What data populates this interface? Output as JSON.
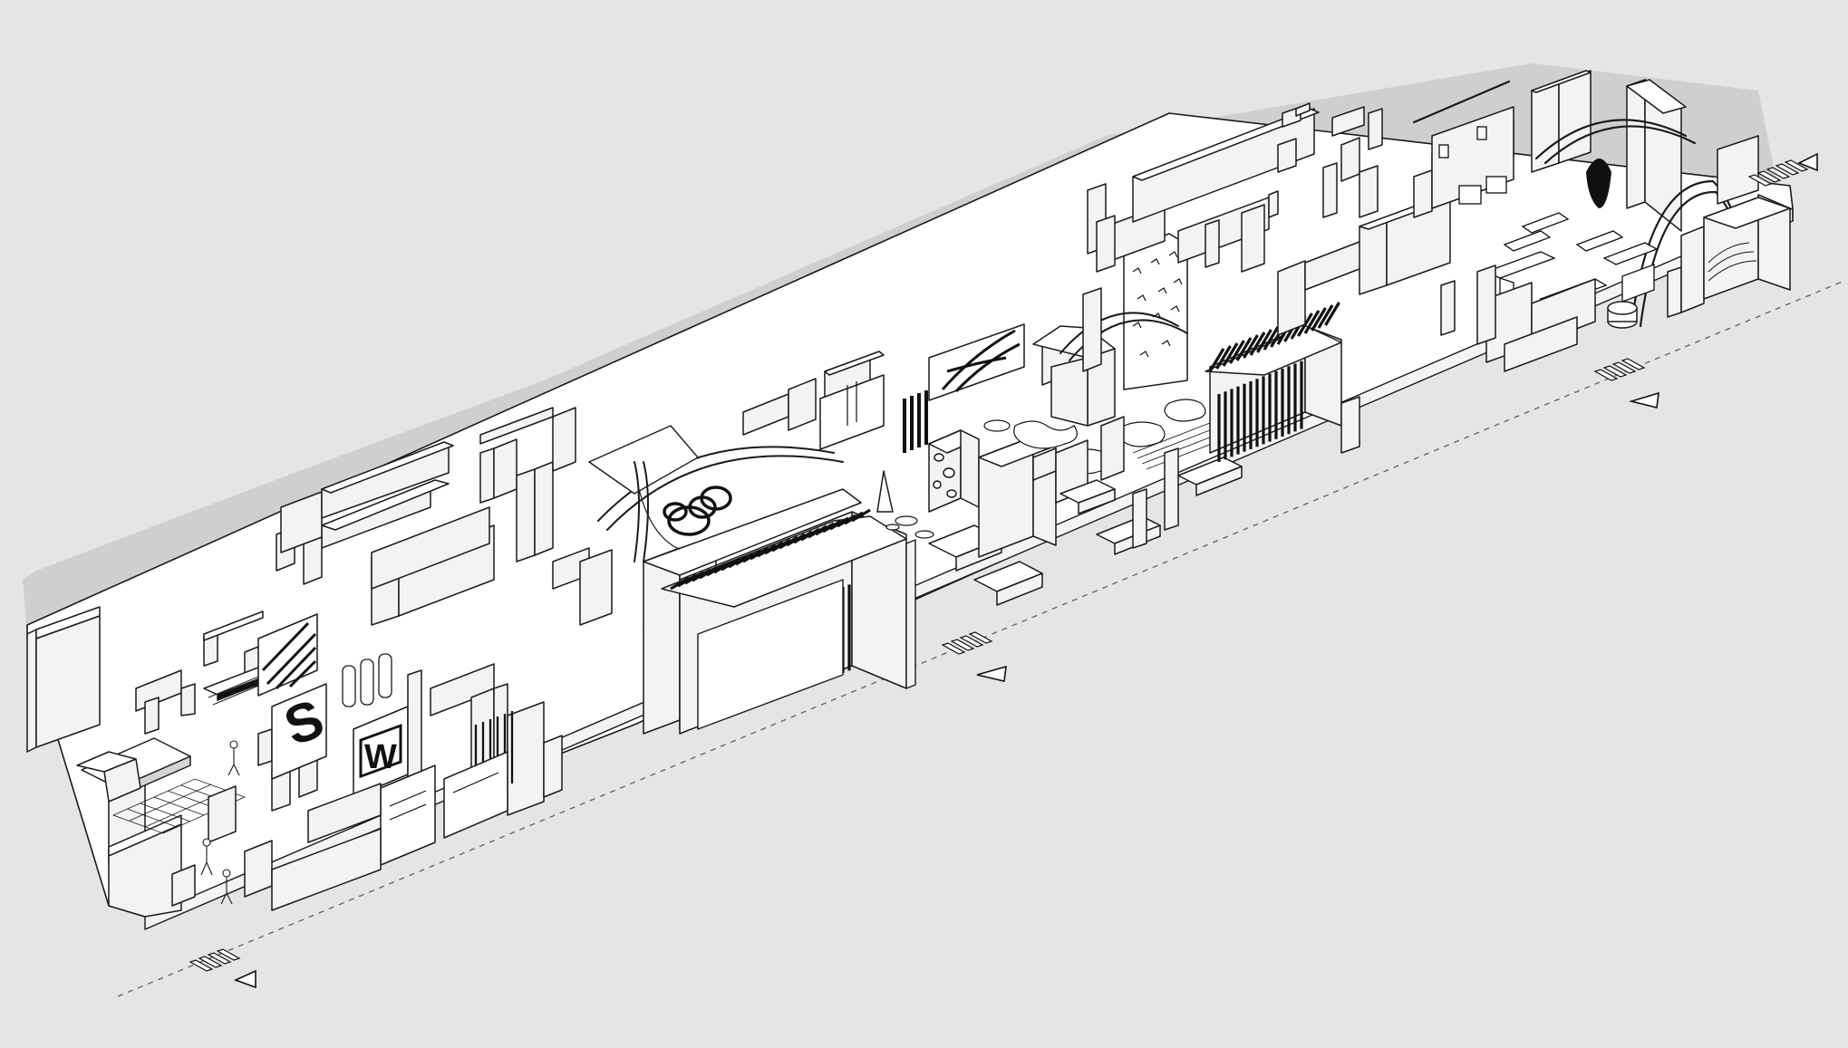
{
  "drawing": {
    "letters": [
      "W",
      "S"
    ]
  },
  "colors": {
    "background": "#e6e5e6",
    "line": "#1a1a1a",
    "wall": "#ffffff",
    "shadow": "#bdbdbd"
  },
  "markers": {
    "section_markers": 3,
    "section_arrow_icon": "triangle-arrow-icon"
  }
}
